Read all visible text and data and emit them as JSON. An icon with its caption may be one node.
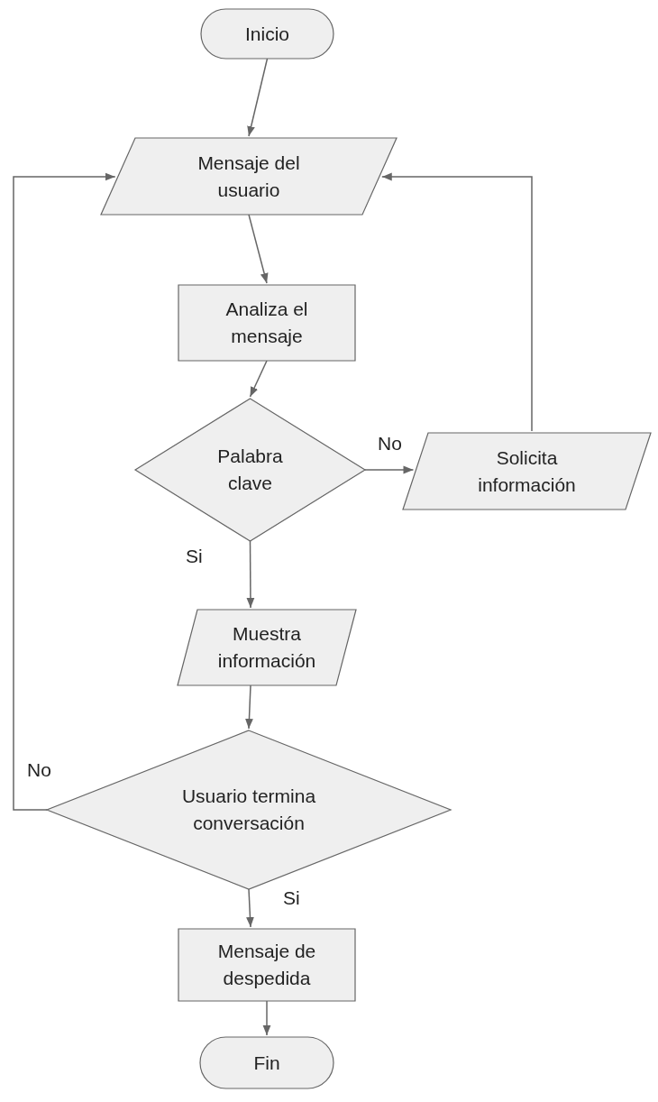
{
  "diagram": {
    "nodes": [
      {
        "text": [
          "Inicio"
        ]
      },
      {
        "text": [
          "Mensaje del usuario"
        ]
      },
      {
        "text": [
          "Analiza el mensaje"
        ]
      },
      {
        "text": [
          "Palabra clave"
        ]
      },
      {
        "text": [
          "Solicita información"
        ]
      },
      {
        "text": [
          "Muestra información"
        ]
      },
      {
        "text": [
          "Usuario termina conversación"
        ]
      },
      {
        "text": [
          "Mensaje de despedida"
        ]
      },
      {
        "text": [
          "Fin"
        ]
      }
    ],
    "edges": [
      {
        "from": 0,
        "to": 1,
        "arrow": "to"
      },
      {
        "from": 1,
        "to": 2,
        "arrow": "to"
      },
      {
        "from": 2,
        "to": 3,
        "arrow": "to"
      },
      {
        "from": 3,
        "to": 4,
        "arrow": "to",
        "label": "No"
      },
      {
        "from": 4,
        "to": 1,
        "arrow": "to"
      },
      {
        "from": 3,
        "to": 5,
        "arrow": "to",
        "label": "Si"
      },
      {
        "from": 5,
        "to": 6,
        "arrow": "to"
      },
      {
        "from": 6,
        "to": 1,
        "arrow": "to",
        "label": "No"
      },
      {
        "from": 6,
        "to": 7,
        "arrow": "to",
        "label": "Si"
      },
      {
        "from": 7,
        "to": 8,
        "arrow": "to"
      }
    ]
  }
}
